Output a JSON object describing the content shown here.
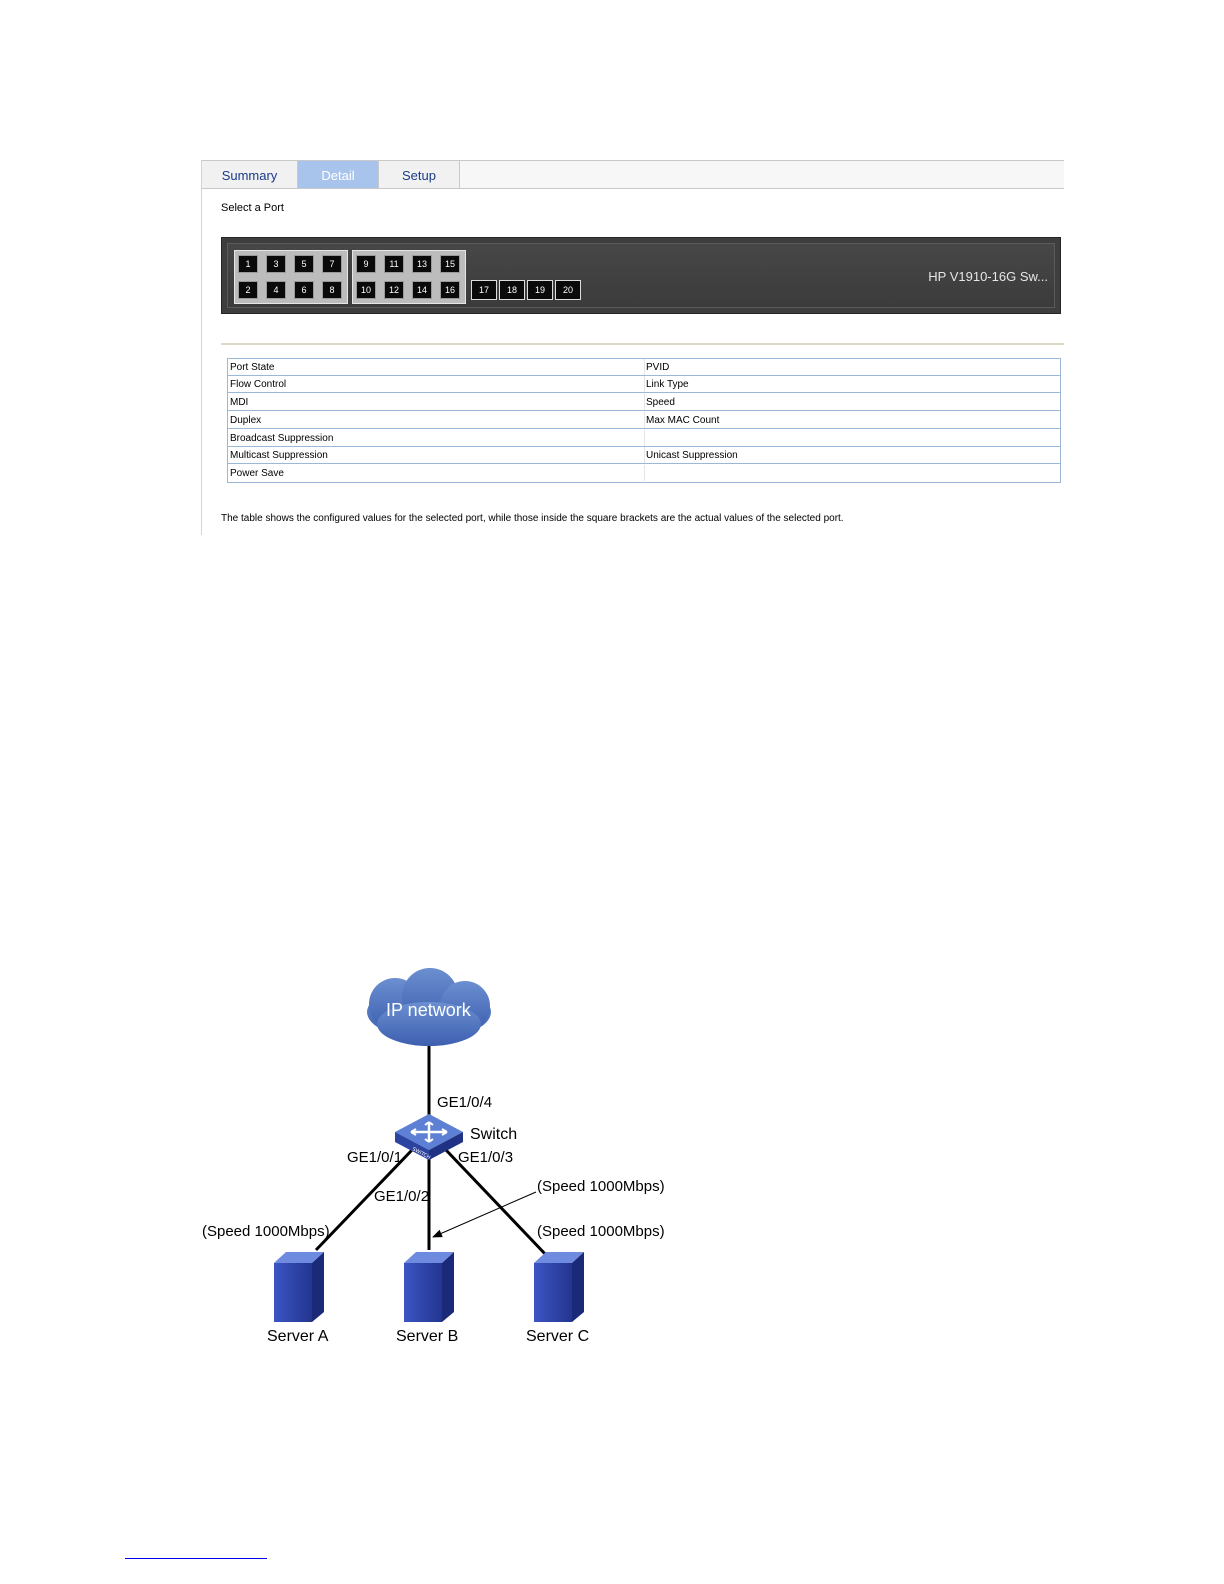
{
  "tabs": [
    {
      "label": "Summary",
      "active": false
    },
    {
      "label": "Detail",
      "active": true
    },
    {
      "label": "Setup",
      "active": false
    }
  ],
  "select_port_label": "Select a Port",
  "device_name": "HP V1910-16G Sw...",
  "ports": {
    "group1_top": [
      "1",
      "3",
      "5",
      "7"
    ],
    "group1_bottom": [
      "2",
      "4",
      "6",
      "8"
    ],
    "group2_top": [
      "9",
      "11",
      "13",
      "15"
    ],
    "group2_bottom": [
      "10",
      "12",
      "14",
      "16"
    ],
    "sfp": [
      "17",
      "18",
      "19",
      "20"
    ]
  },
  "detail_rows": [
    {
      "left": "Port State",
      "right": "PVID"
    },
    {
      "left": "Flow Control",
      "right": "Link Type"
    },
    {
      "left": "MDI",
      "right": "Speed"
    },
    {
      "left": "Duplex",
      "right": "Max MAC Count"
    },
    {
      "left": "Broadcast Suppression",
      "right": ""
    },
    {
      "left": "Multicast Suppression",
      "right": "Unicast Suppression"
    },
    {
      "left": "Power Save",
      "right": ""
    }
  ],
  "footnote": "The table shows the configured values for the selected port, while those inside the square brackets are the actual values of the selected port.",
  "diagram": {
    "cloud_label": "IP network",
    "switch_label": "Switch",
    "switch_icon_text": "SWITCH",
    "port_uplink": "GE1/0/4",
    "port_a": "GE1/0/1",
    "port_b": "GE1/0/2",
    "port_c": "GE1/0/3",
    "speed_a": "(Speed 1000Mbps)",
    "speed_b": "(Speed 1000Mbps)",
    "speed_c": "(Speed 1000Mbps)",
    "server_a": "Server A",
    "server_b": "Server B",
    "server_c": "Server C",
    "colors": {
      "cloud": "#4a6fb5",
      "server": "#2a3f9e",
      "switch": "#3b57b0"
    }
  }
}
